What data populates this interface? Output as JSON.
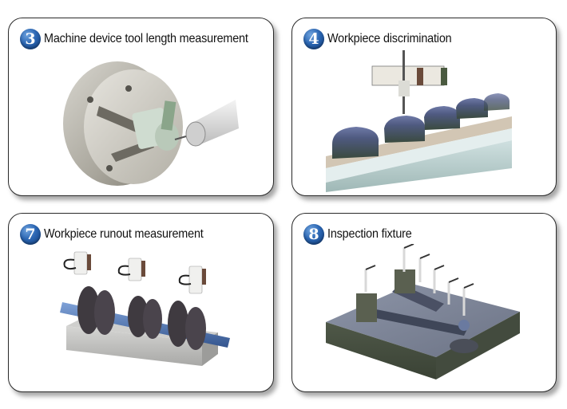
{
  "cards": [
    {
      "number": "3",
      "title": "Machine device tool length measurement",
      "illustration": "lathe-chuck-with-tool-length-sensor"
    },
    {
      "number": "4",
      "title": "Workpiece discrimination",
      "illustration": "gantry-sensor-over-conveyor-workpieces"
    },
    {
      "number": "7",
      "title": "Workpiece runout measurement",
      "illustration": "crankshaft-with-three-sensors"
    },
    {
      "number": "8",
      "title": "Inspection fixture",
      "illustration": "inspection-fixture-plate-with-probes"
    }
  ],
  "colors": {
    "badge": "#2b66b3",
    "card_border": "#2a2a2a",
    "title_text": "#111111"
  }
}
